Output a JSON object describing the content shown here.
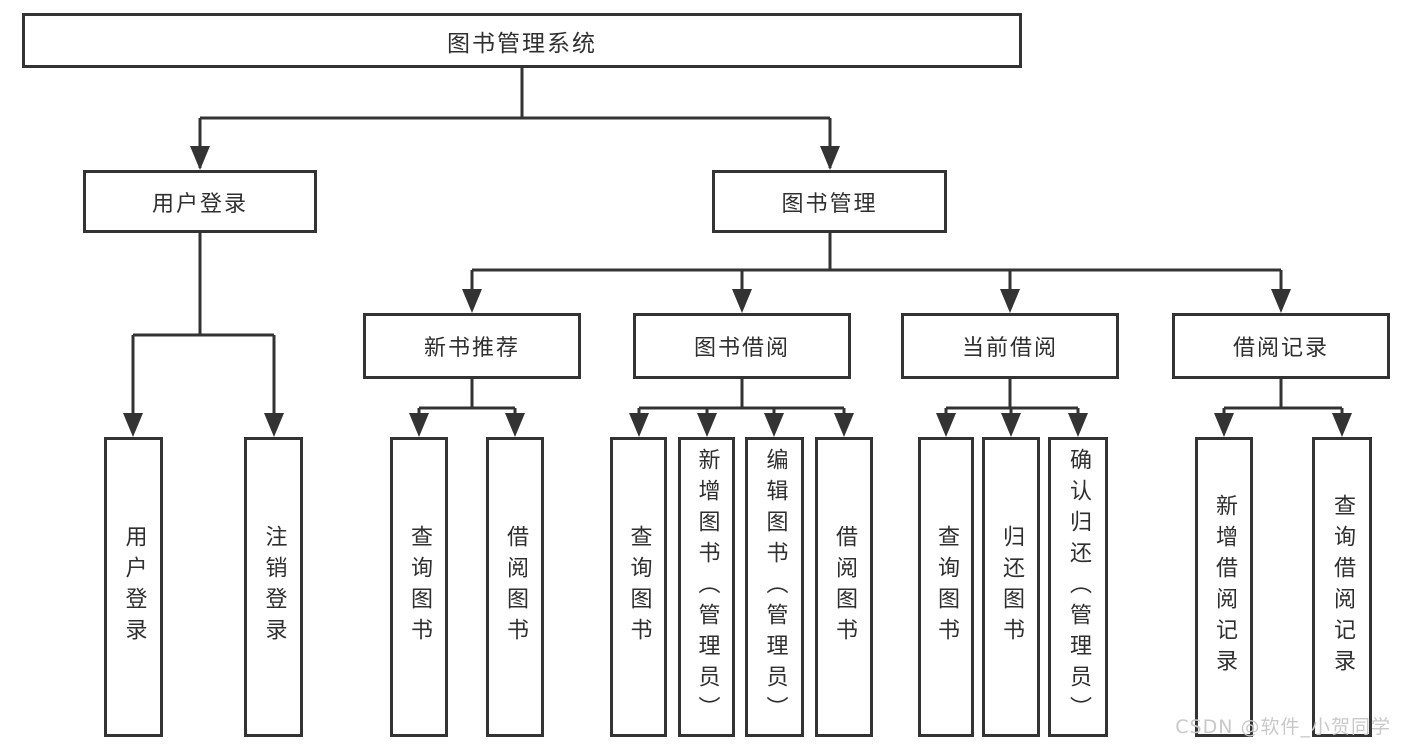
{
  "diagram": {
    "root": "图书管理系统",
    "level2": [
      "用户登录",
      "图书管理"
    ],
    "level3": [
      "新书推荐",
      "图书借阅",
      "当前借阅",
      "借阅记录"
    ],
    "leaves_user_login": [
      "用户登录",
      "注销登录"
    ],
    "leaves_new_books": [
      "查询图书",
      "借阅图书"
    ],
    "leaves_book_borrow": [
      "查询图书",
      "新增图书（管理员）",
      "编辑图书（管理员）",
      "借阅图书"
    ],
    "leaves_current_borrow": [
      "查询图书",
      "归还图书",
      "确认归还（管理员）"
    ],
    "leaves_borrow_records": [
      "新增借阅记录",
      "查询借阅记录"
    ]
  },
  "watermark": {
    "text": "CSDN @软件_小贺同学"
  },
  "colors": {
    "line": "#333333",
    "text": "#2f2f2f",
    "background": "#ffffff",
    "watermark": "#c9c9c9"
  }
}
